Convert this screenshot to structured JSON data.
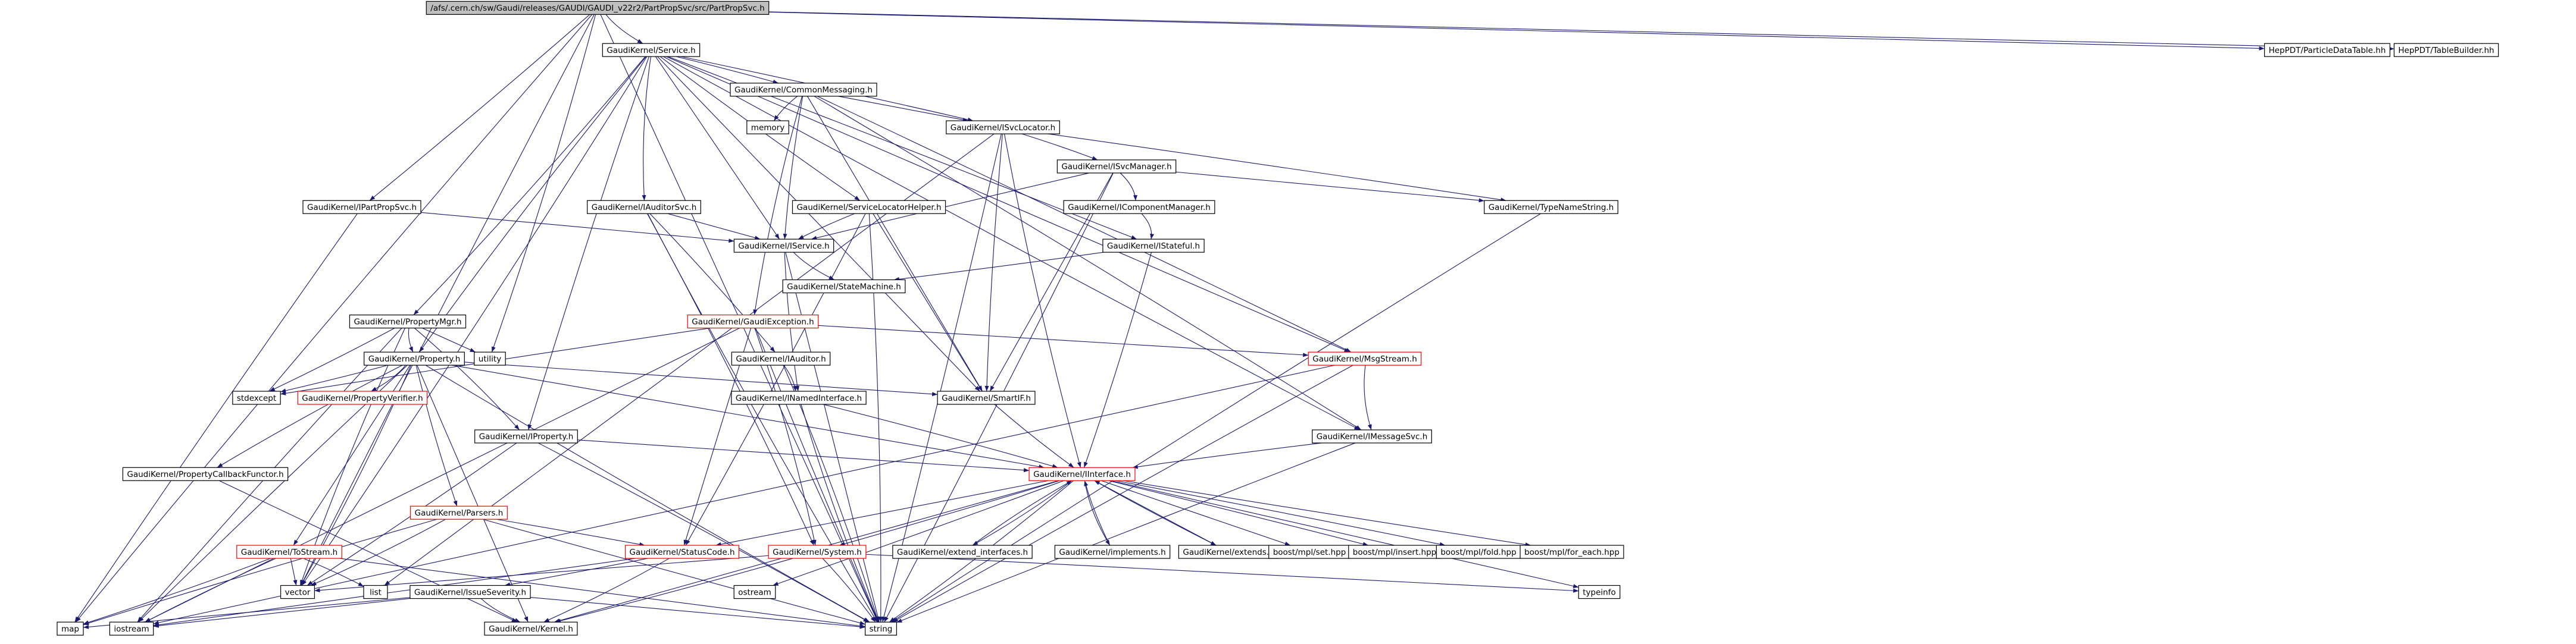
{
  "root": "/afs/.cern.ch/sw/Gaudi/releases/GAUDI/GAUDI_v22r2/PartPropSvc/src/PartPropSvc.h",
  "nodes": {
    "root": "/afs/.cern.ch/sw/Gaudi/releases/GAUDI/GAUDI_v22r2/PartPropSvc/src/PartPropSvc.h",
    "service": "GaudiKernel/Service.h",
    "pdt_table": "HepPDT/ParticleDataTable.hh",
    "pdt_builder": "HepPDT/TableBuilder.hh",
    "common_messaging": "GaudiKernel/CommonMessaging.h",
    "memory": "memory",
    "isvclocator": "GaudiKernel/ISvcLocator.h",
    "isvcmanager": "GaudiKernel/ISvcManager.h",
    "ipartpropsvc": "GaudiKernel/IPartPropSvc.h",
    "iauditorsvc": "GaudiKernel/IAuditorSvc.h",
    "servicelocatorhelper": "GaudiKernel/ServiceLocatorHelper.h",
    "icomponentmanager": "GaudiKernel/IComponentManager.h",
    "typenamestring": "GaudiKernel/TypeNameString.h",
    "iservice": "GaudiKernel/IService.h",
    "istateful": "GaudiKernel/IStateful.h",
    "statemachine": "GaudiKernel/StateMachine.h",
    "propertymgr": "GaudiKernel/PropertyMgr.h",
    "gaudiexception": "GaudiKernel/GaudiException.h",
    "utility": "utility",
    "iauditor": "GaudiKernel/IAuditor.h",
    "msgstream": "GaudiKernel/MsgStream.h",
    "property": "GaudiKernel/Property.h",
    "stdexcept": "stdexcept",
    "propertyverifier": "GaudiKernel/PropertyVerifier.h",
    "inamedinterface": "GaudiKernel/INamedInterface.h",
    "smartif": "GaudiKernel/SmartIF.h",
    "iproperty": "GaudiKernel/IProperty.h",
    "imessagesvc": "GaudiKernel/IMessageSvc.h",
    "propertycallback": "GaudiKernel/PropertyCallbackFunctor.h",
    "iinterface": "GaudiKernel/IInterface.h",
    "parsers": "GaudiKernel/Parsers.h",
    "tostream": "GaudiKernel/ToStream.h",
    "statuscode": "GaudiKernel/StatusCode.h",
    "system": "GaudiKernel/System.h",
    "extend_interfaces": "GaudiKernel/extend_interfaces.h",
    "implements": "GaudiKernel/implements.h",
    "extends": "GaudiKernel/extends.h",
    "mpl_set": "boost/mpl/set.hpp",
    "mpl_insert": "boost/mpl/insert.hpp",
    "mpl_fold": "boost/mpl/fold.hpp",
    "mpl_for_each": "boost/mpl/for_each.hpp",
    "vector": "vector",
    "list": "list",
    "issueseverity": "GaudiKernel/IssueSeverity.h",
    "ostream": "ostream",
    "typeinfo": "typeinfo",
    "map": "map",
    "iostream": "iostream",
    "kernel": "GaudiKernel/Kernel.h",
    "string": "string"
  },
  "red_nodes": [
    "gaudiexception",
    "msgstream",
    "propertyverifier",
    "parsers",
    "tostream",
    "statuscode",
    "system",
    "iinterface"
  ],
  "edges": [
    [
      "root",
      "service"
    ],
    [
      "root",
      "pdt_table"
    ],
    [
      "root",
      "pdt_builder"
    ],
    [
      "root",
      "ipartpropsvc"
    ],
    [
      "root",
      "utility"
    ],
    [
      "root",
      "map"
    ],
    [
      "root",
      "vector"
    ],
    [
      "root",
      "string"
    ],
    [
      "service",
      "common_messaging"
    ],
    [
      "service",
      "isvclocator"
    ],
    [
      "service",
      "iauditorsvc"
    ],
    [
      "service",
      "servicelocatorhelper"
    ],
    [
      "service",
      "iservice"
    ],
    [
      "service",
      "istateful"
    ],
    [
      "service",
      "propertymgr"
    ],
    [
      "service",
      "property"
    ],
    [
      "service",
      "iproperty"
    ],
    [
      "service",
      "smartif"
    ],
    [
      "service",
      "msgstream"
    ],
    [
      "service",
      "vector"
    ],
    [
      "service",
      "imessagesvc"
    ],
    [
      "common_messaging",
      "memory"
    ],
    [
      "common_messaging",
      "isvclocator"
    ],
    [
      "common_messaging",
      "msgstream"
    ],
    [
      "common_messaging",
      "imessagesvc"
    ],
    [
      "common_messaging",
      "gaudiexception"
    ],
    [
      "common_messaging",
      "iservice"
    ],
    [
      "common_messaging",
      "smartif"
    ],
    [
      "isvclocator",
      "isvcmanager"
    ],
    [
      "isvclocator",
      "typenamestring"
    ],
    [
      "isvclocator",
      "iinterface"
    ],
    [
      "isvclocator",
      "smartif"
    ],
    [
      "isvclocator",
      "list"
    ],
    [
      "isvclocator",
      "string"
    ],
    [
      "isvcmanager",
      "icomponentmanager"
    ],
    [
      "isvcmanager",
      "typenamestring"
    ],
    [
      "isvcmanager",
      "iservice"
    ],
    [
      "isvcmanager",
      "smartif"
    ],
    [
      "isvcmanager",
      "string"
    ],
    [
      "icomponentmanager",
      "istateful"
    ],
    [
      "ipartpropsvc",
      "iservice"
    ],
    [
      "ipartpropsvc",
      "map"
    ],
    [
      "iauditorsvc",
      "iservice"
    ],
    [
      "iauditorsvc",
      "iauditor"
    ],
    [
      "iauditorsvc",
      "system"
    ],
    [
      "iauditorsvc",
      "string"
    ],
    [
      "servicelocatorhelper",
      "iservice"
    ],
    [
      "servicelocatorhelper",
      "smartif"
    ],
    [
      "servicelocatorhelper",
      "statuscode"
    ],
    [
      "servicelocatorhelper",
      "string"
    ],
    [
      "iservice",
      "statemachine"
    ],
    [
      "iservice",
      "inamedinterface"
    ],
    [
      "iservice",
      "string"
    ],
    [
      "istateful",
      "iinterface"
    ],
    [
      "istateful",
      "statemachine"
    ],
    [
      "typenamestring",
      "string"
    ],
    [
      "propertymgr",
      "property"
    ],
    [
      "propertymgr",
      "utility"
    ],
    [
      "propertymgr",
      "stdexcept"
    ],
    [
      "propertymgr",
      "iproperty"
    ],
    [
      "propertymgr",
      "vector"
    ],
    [
      "propertymgr",
      "iostream"
    ],
    [
      "gaudiexception",
      "statuscode"
    ],
    [
      "gaudiexception",
      "msgstream"
    ],
    [
      "gaudiexception",
      "system"
    ],
    [
      "gaudiexception",
      "stdexcept"
    ],
    [
      "gaudiexception",
      "string"
    ],
    [
      "gaudiexception",
      "iostream"
    ],
    [
      "iauditor",
      "inamedinterface"
    ],
    [
      "iauditor",
      "string"
    ],
    [
      "msgstream",
      "imessagesvc"
    ],
    [
      "msgstream",
      "string"
    ],
    [
      "msgstream",
      "iostream"
    ],
    [
      "property",
      "stdexcept"
    ],
    [
      "property",
      "propertyverifier"
    ],
    [
      "property",
      "propertycallback"
    ],
    [
      "property",
      "parsers"
    ],
    [
      "property",
      "tostream"
    ],
    [
      "property",
      "smartif"
    ],
    [
      "property",
      "vector"
    ],
    [
      "property",
      "string"
    ],
    [
      "property",
      "iostream"
    ],
    [
      "property",
      "kernel"
    ],
    [
      "property",
      "iinterface"
    ],
    [
      "inamedinterface",
      "iinterface"
    ],
    [
      "inamedinterface",
      "string"
    ],
    [
      "smartif",
      "iinterface"
    ],
    [
      "iproperty",
      "iinterface"
    ],
    [
      "iproperty",
      "vector"
    ],
    [
      "iproperty",
      "string"
    ],
    [
      "imessagesvc",
      "iinterface"
    ],
    [
      "imessagesvc",
      "string"
    ],
    [
      "propertycallback",
      "kernel"
    ],
    [
      "parsers",
      "statuscode"
    ],
    [
      "parsers",
      "vector"
    ],
    [
      "parsers",
      "map"
    ],
    [
      "parsers",
      "string"
    ],
    [
      "tostream",
      "vector"
    ],
    [
      "tostream",
      "list"
    ],
    [
      "tostream",
      "map"
    ],
    [
      "tostream",
      "string"
    ],
    [
      "tostream",
      "iostream"
    ],
    [
      "iinterface",
      "statuscode"
    ],
    [
      "iinterface",
      "system"
    ],
    [
      "iinterface",
      "extend_interfaces"
    ],
    [
      "iinterface",
      "implements"
    ],
    [
      "iinterface",
      "extends"
    ],
    [
      "iinterface",
      "mpl_set"
    ],
    [
      "iinterface",
      "mpl_insert"
    ],
    [
      "iinterface",
      "mpl_fold"
    ],
    [
      "iinterface",
      "mpl_for_each"
    ],
    [
      "iinterface",
      "typeinfo"
    ],
    [
      "iinterface",
      "kernel"
    ],
    [
      "iinterface",
      "ostream"
    ],
    [
      "iinterface",
      "string"
    ],
    [
      "extend_interfaces",
      "iinterface"
    ],
    [
      "implements",
      "iinterface"
    ],
    [
      "extends",
      "iinterface"
    ],
    [
      "statuscode",
      "issueseverity"
    ],
    [
      "statuscode",
      "kernel"
    ],
    [
      "statuscode",
      "iostream"
    ],
    [
      "system",
      "typeinfo"
    ],
    [
      "system",
      "vector"
    ],
    [
      "system",
      "string"
    ],
    [
      "system",
      "kernel"
    ],
    [
      "issueseverity",
      "kernel"
    ],
    [
      "issueseverity",
      "string"
    ],
    [
      "issueseverity",
      "map"
    ],
    [
      "issueseverity",
      "iostream"
    ]
  ]
}
